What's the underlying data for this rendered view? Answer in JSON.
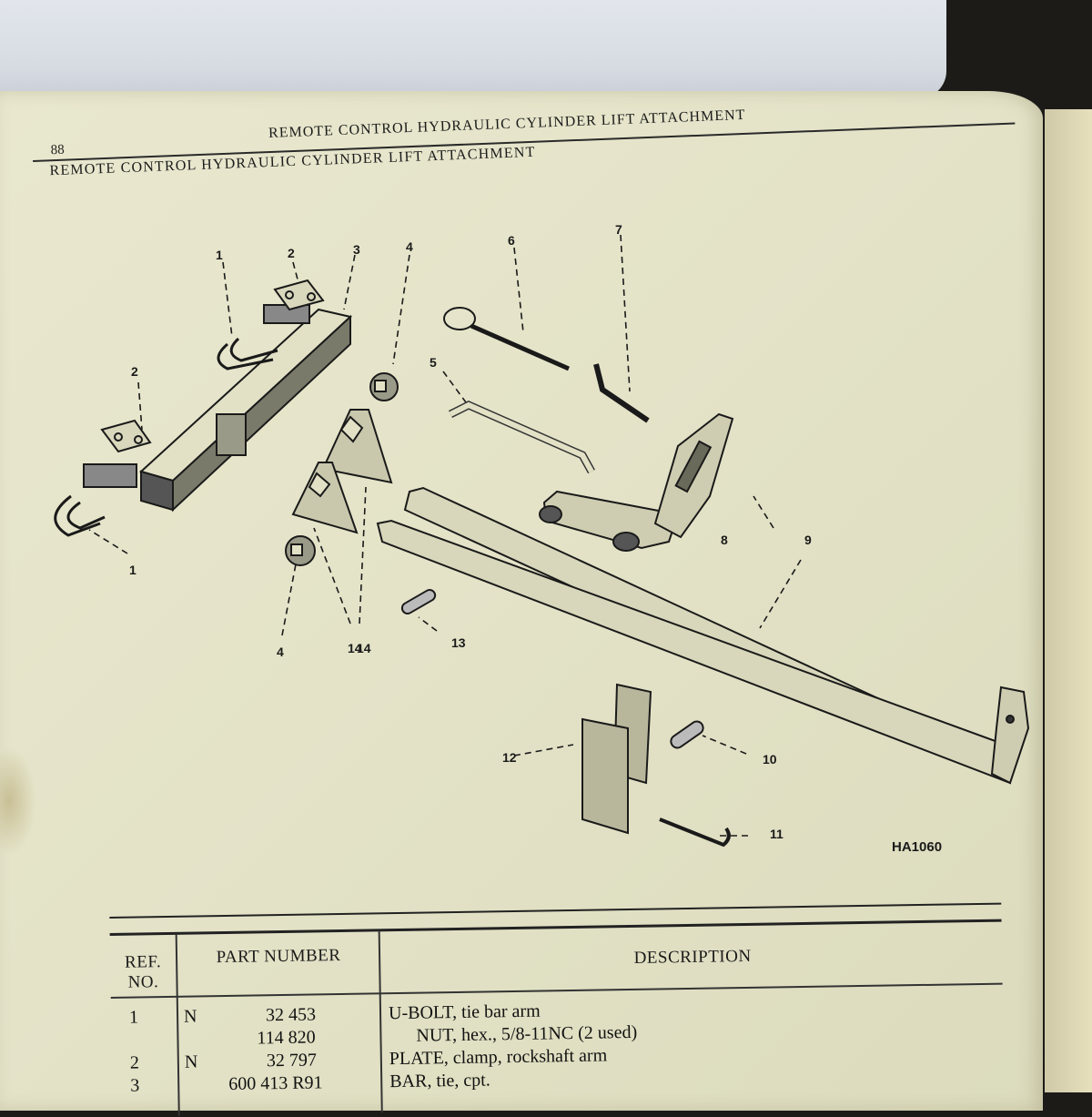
{
  "header": {
    "page_number": "88",
    "title": "REMOTE CONTROL HYDRAULIC CYLINDER LIFT ATTACHMENT",
    "subtitle": "REMOTE CONTROL HYDRAULIC CYLINDER LIFT ATTACHMENT"
  },
  "figure": {
    "code": "HA1060",
    "callouts": [
      "1",
      "2",
      "3",
      "4",
      "5",
      "6",
      "7",
      "8",
      "9",
      "10",
      "11",
      "12",
      "13",
      "14",
      "2",
      "1",
      "4",
      "14"
    ]
  },
  "table": {
    "headers": {
      "ref_no": "REF. NO.",
      "part_number": "PART NUMBER",
      "description": "DESCRIPTION"
    },
    "rows": [
      {
        "ref": "1",
        "flag": "N",
        "part": "32 453",
        "desc": "U-BOLT, tie bar arm"
      },
      {
        "ref": "",
        "flag": "",
        "part": "114 820",
        "desc": "      NUT, hex., 5/8-11NC (2 used)"
      },
      {
        "ref": "2",
        "flag": "N",
        "part": "32 797",
        "desc": "PLATE, clamp, rockshaft arm"
      },
      {
        "ref": "3",
        "flag": "",
        "part": "600 413 R91",
        "desc": "BAR, tie, cpt."
      }
    ]
  }
}
